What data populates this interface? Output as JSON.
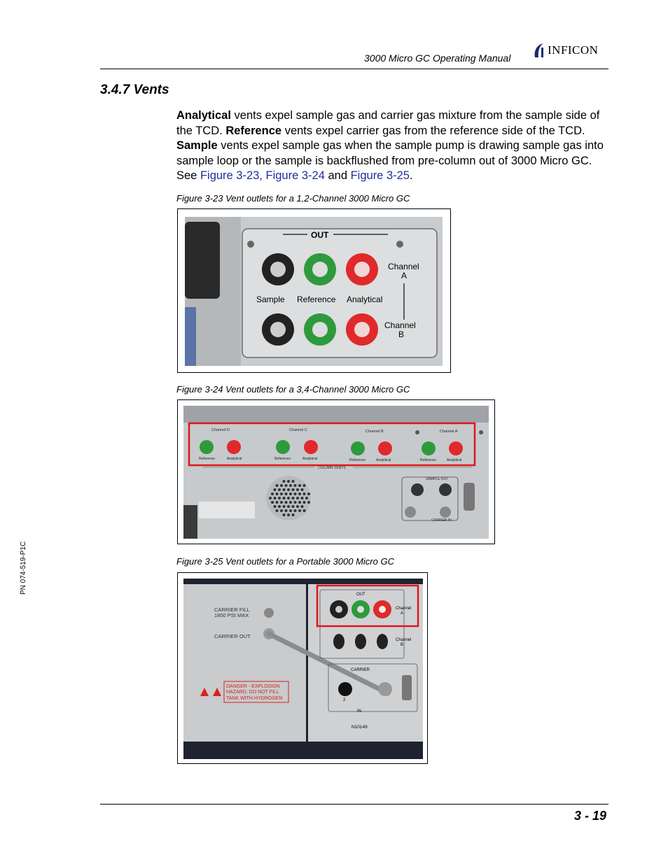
{
  "header": {
    "manual_title": "3000 Micro GC Operating Manual",
    "logo_text": "INFICON"
  },
  "section": {
    "number_title": "3.4.7  Vents"
  },
  "body": {
    "t1": "Analytical",
    "t2": " vents expel sample gas and carrier gas mixture from the sample side of the TCD. ",
    "t3": "Reference",
    "t4": " vents expel carrier gas from the reference side of the TCD. ",
    "t5": "Sample",
    "t6": " vents expel sample gas when the sample pump is drawing sample gas into sample loop or the sample is backflushed from pre-column out of 3000 Micro GC. See ",
    "link1": "Figure 3-23, Figure 3-24",
    "t7": " and ",
    "link2": "Figure 3-25",
    "t8": "."
  },
  "figures": [
    {
      "caption": "Figure 3-23  Vent outlets for a 1,2-Channel 3000 Micro GC",
      "labels": {
        "out": "OUT",
        "channel_a": "Channel",
        "channel_a_letter": "A",
        "channel_b": "Channel",
        "channel_b_letter": "B",
        "sample": "Sample",
        "reference": "Reference",
        "analytical": "Analytical"
      }
    },
    {
      "caption": "Figure 3-24  Vent outlets for a 3,4-Channel 3000 Micro GC",
      "labels": {
        "channels": [
          "Channel D",
          "Channel C",
          "Channel B",
          "Channel A"
        ],
        "reference": "Reference",
        "analytical": "Analytical",
        "column_vents": "COLUMN VENTS",
        "sample_out": "SAMPLE OUT",
        "carrier_in": "CARRIER IN"
      }
    },
    {
      "caption": "Figure 3-25  Vent outlets for a Portable 3000 Micro GC",
      "labels": {
        "carrier_fill": "CARRIER FILL",
        "psi": "1800 PSI MAX",
        "carrier_out": "CARRIER OUT",
        "danger1": "DANGER - EXPLOSION",
        "danger2": "HAZARD.  DO NOT FILL",
        "danger3": "TANK WITH HYDROGEN",
        "out": "OUT",
        "channel": "Channel",
        "a": "A",
        "b": "B",
        "carrier": "CARRIER",
        "in": "IN",
        "n2": "2",
        "serial": "N10149"
      }
    }
  ],
  "footer": {
    "part_number": "PN 074-519-P1C",
    "page_number": "3 - 19"
  },
  "colors": {
    "link": "#1f2e9b",
    "highlight_box": "#e0161b"
  }
}
